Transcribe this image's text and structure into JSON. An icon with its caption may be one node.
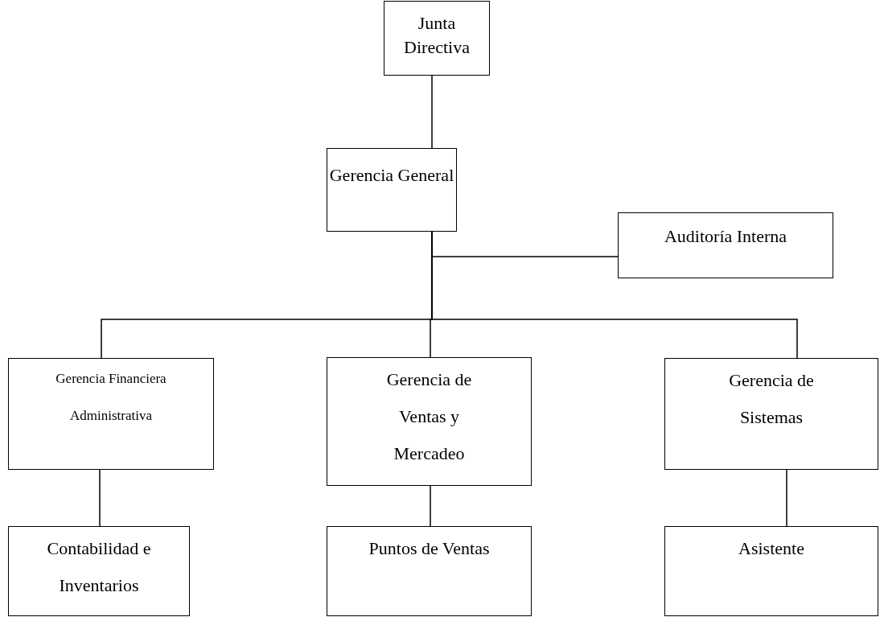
{
  "diagram": {
    "nodes": [
      {
        "text": [
          "Junta Directiva"
        ]
      },
      {
        "text": [
          "Gerencia General"
        ]
      },
      {
        "text": [
          "Auditoría Interna"
        ]
      },
      {
        "text": [
          "Gerencia Financiera Administrativa"
        ]
      },
      {
        "text": [
          "Gerencia de Ventas y Mercadeo"
        ]
      },
      {
        "text": [
          "Gerencia de Sistemas"
        ]
      },
      {
        "text": [
          "Contabilidad e Inventarios"
        ]
      },
      {
        "text": [
          "Puntos de Ventas"
        ]
      },
      {
        "text": [
          "Asistente"
        ]
      }
    ],
    "edges": [
      {
        "from": 0,
        "to": 1,
        "arrow": "none"
      },
      {
        "from": 1,
        "to": 2,
        "arrow": "none"
      },
      {
        "from": 1,
        "to": 3,
        "arrow": "none"
      },
      {
        "from": 1,
        "to": 4,
        "arrow": "none"
      },
      {
        "from": 1,
        "to": 5,
        "arrow": "none"
      },
      {
        "from": 3,
        "to": 6,
        "arrow": "none"
      },
      {
        "from": 4,
        "to": 7,
        "arrow": "none"
      },
      {
        "from": 5,
        "to": 8,
        "arrow": "none"
      }
    ]
  }
}
